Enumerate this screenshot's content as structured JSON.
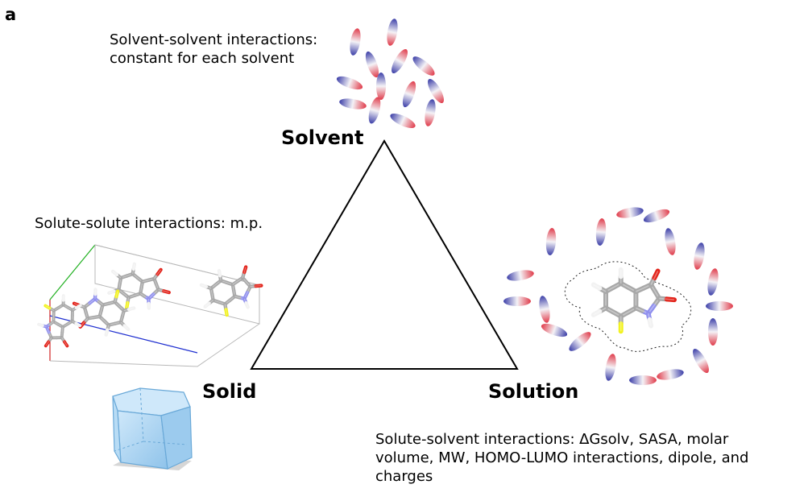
{
  "panel_label": "a",
  "vertices": {
    "solvent": "Solvent",
    "solid": "Solid",
    "solution": "Solution"
  },
  "annotations": {
    "solvent_line1": "Solvent-solvent interactions:",
    "solvent_line2": "constant for each solvent",
    "solute": "Solute-solute interactions: m.p.",
    "solution_line1": "Solute-solvent interactions: ∆Gsolv, SASA, molar",
    "solution_line2": "volume, MW, HOMO-LUMO interactions, dipole, and",
    "solution_line3": "charges"
  },
  "colors": {
    "dipole_positive": "#e03b4a",
    "dipole_negative": "#3c3fa8",
    "carbon": "#a8a8a8",
    "oxygen": "#e2231a",
    "nitrogen": "#9090ee",
    "fluorine": "#f2f21e",
    "hydrogen": "#f2f2f2",
    "crystal": "#a9d4f2"
  }
}
